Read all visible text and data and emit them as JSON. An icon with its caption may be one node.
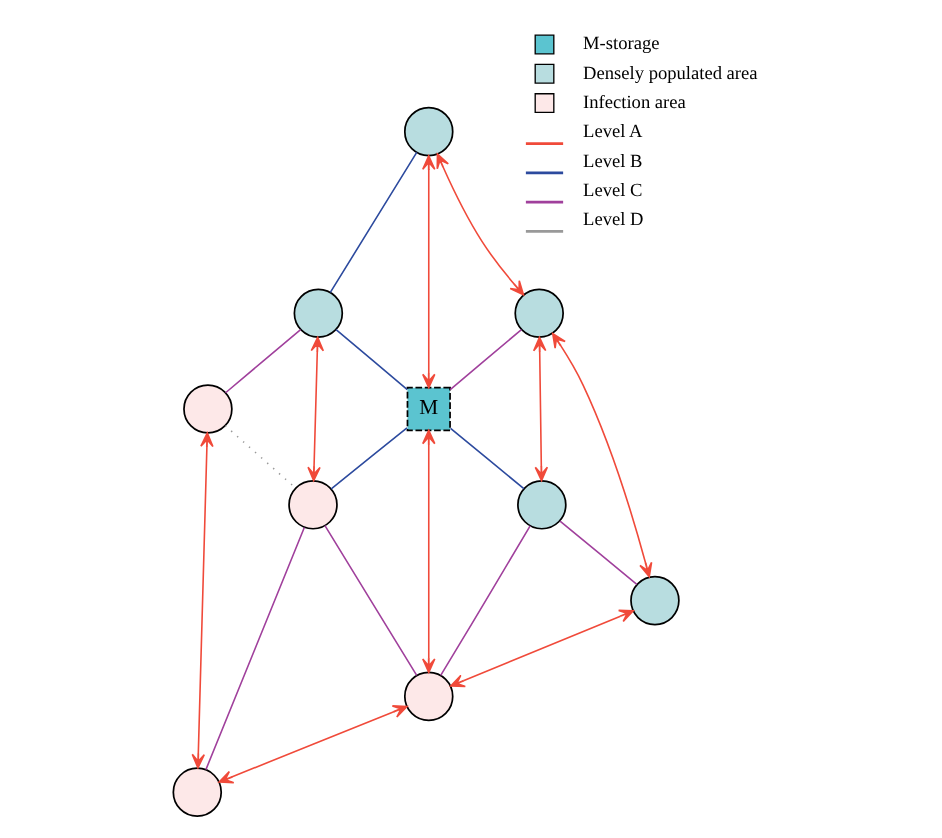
{
  "diagram": {
    "nodes": [
      {
        "text": [],
        "shape": "circle"
      },
      {
        "text": [],
        "shape": "circle"
      },
      {
        "text": [],
        "shape": "circle"
      },
      {
        "text": [
          "M"
        ]
      },
      {
        "text": [],
        "shape": "circle"
      },
      {
        "text": [],
        "shape": "circle"
      },
      {
        "text": [],
        "shape": "circle"
      },
      {
        "text": [],
        "shape": "circle"
      },
      {
        "text": [],
        "shape": "circle"
      },
      {
        "text": [],
        "shape": "circle"
      }
    ],
    "edges": [
      {
        "from": 0,
        "to": 1,
        "arrow": "none",
        "color": "#2c4a9e"
      },
      {
        "from": 0,
        "to": 3,
        "arrow": "both"
      },
      {
        "from": 0,
        "to": 4,
        "arrow": "both"
      },
      {
        "from": 1,
        "to": 3,
        "arrow": "none",
        "color": "#2c4a9e"
      },
      {
        "from": 1,
        "to": 2,
        "arrow": "none",
        "color": "#a0409c"
      },
      {
        "from": 1,
        "to": 5,
        "arrow": "both"
      },
      {
        "from": 2,
        "to": 5,
        "arrow": "none",
        "style": "dashed",
        "color": "#999999"
      },
      {
        "from": 2,
        "to": 9,
        "arrow": "both"
      },
      {
        "from": 4,
        "to": 3,
        "arrow": "none",
        "color": "#a0409c"
      },
      {
        "from": 3,
        "to": 6,
        "arrow": "none",
        "color": "#2c4a9e"
      },
      {
        "from": 3,
        "to": 5,
        "arrow": "none",
        "color": "#2c4a9e"
      },
      {
        "from": 3,
        "to": 8,
        "arrow": "both"
      },
      {
        "from": 4,
        "to": 6,
        "arrow": "both"
      },
      {
        "from": 4,
        "to": 7,
        "arrow": "both"
      },
      {
        "from": 6,
        "to": 7,
        "arrow": "none",
        "color": "#a0409c"
      },
      {
        "from": 6,
        "to": 8,
        "arrow": "none",
        "color": "#a0409c"
      },
      {
        "from": 5,
        "to": 8,
        "arrow": "none",
        "color": "#a0409c"
      },
      {
        "from": 5,
        "to": 9,
        "arrow": "none",
        "color": "#a0409c"
      },
      {
        "from": 7,
        "to": 8,
        "arrow": "both"
      },
      {
        "from": 8,
        "to": 9,
        "arrow": "both"
      }
    ],
    "legend": [
      {
        "text": "M-storage"
      },
      {
        "text": "Densely populated area",
        "color": "#b8dde0"
      },
      {
        "text": "Infection area"
      },
      {
        "text": "Level A"
      },
      {
        "text": "Level B"
      },
      {
        "text": "Level C"
      },
      {
        "text": "Level D"
      }
    ]
  }
}
